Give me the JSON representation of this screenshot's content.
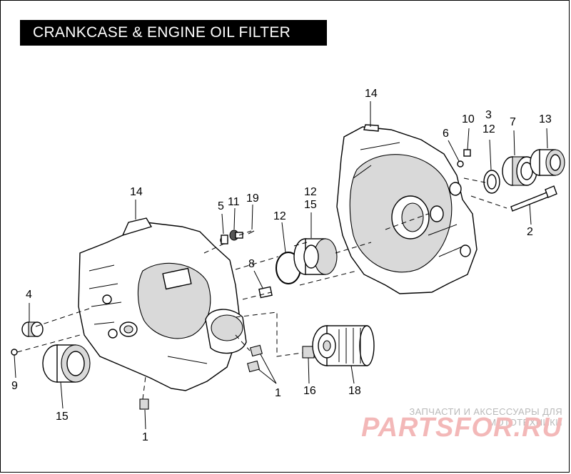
{
  "title": "CRANKCASE & ENGINE OIL FILTER",
  "callouts": {
    "c14a": "14",
    "c10": "10",
    "c3": "3",
    "c12a": "12",
    "c7": "7",
    "c13": "13",
    "c6": "6",
    "c14b": "14",
    "c5": "5",
    "c11": "11",
    "c19": "19",
    "c12b": "12",
    "c15a": "15",
    "c12c": "12",
    "c2": "2",
    "c8": "8",
    "c4": "4",
    "c9": "9",
    "c15b": "15",
    "c1a": "1",
    "c16": "16",
    "c18": "18",
    "c1b": "1"
  },
  "watermark": {
    "caption": "ЗАПЧАСТИ И АКСЕССУАРЫ ДЛЯ МОТОТЕХНИКИ",
    "logo": "PARTSFOR.RU"
  }
}
